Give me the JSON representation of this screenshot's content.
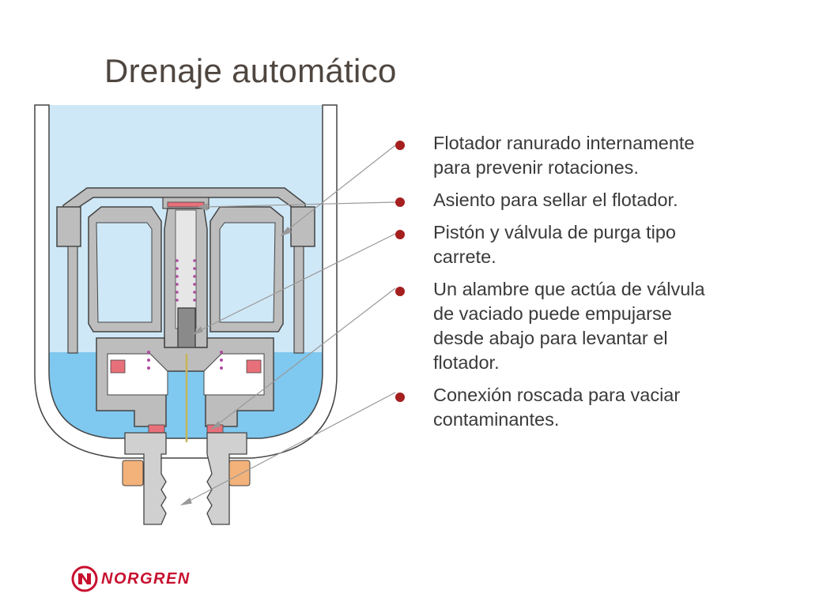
{
  "slide": {
    "title": "Drenaje automático"
  },
  "bullets": [
    {
      "text": "Flotador ranurado internamente para prevenir rotaciones."
    },
    {
      "text": "Asiento para sellar el flotador."
    },
    {
      "text": "Pistón y válvula de purga tipo carrete."
    },
    {
      "text": "Un alambre que actúa de válvula de vaciado puede empujarse desde abajo para levantar el flotador."
    },
    {
      "text": "Conexión roscada para vaciar contaminantes."
    }
  ],
  "logo": {
    "brand": "NORGREN"
  },
  "colors": {
    "title": "#4f4640",
    "bullet_dot": "#a51f1f",
    "air_fill": "#cfe8f7",
    "water_fill": "#7fc8ef",
    "body_gray": "#bdbdbd",
    "seal_red": "#e8707a",
    "nut_orange": "#f2b27a",
    "logo_red": "#c8102e"
  }
}
